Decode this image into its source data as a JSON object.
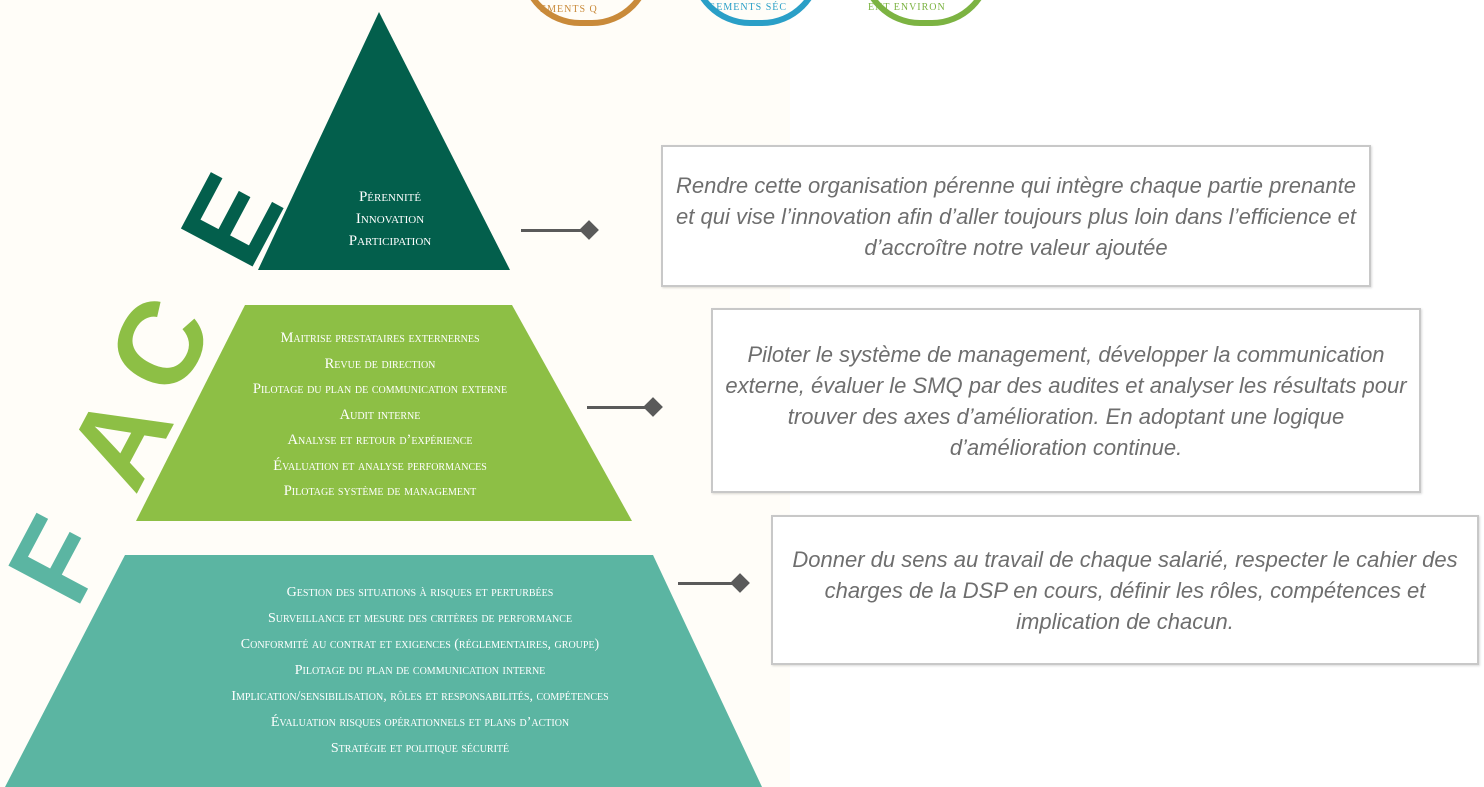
{
  "logos": [
    {
      "text": "EMENTS Q",
      "color": "#c98a3a"
    },
    {
      "text": "GEMENTS SÉC",
      "color": "#2a9fc7"
    },
    {
      "text": "ENT ENVIRON",
      "color": "#7cb342"
    }
  ],
  "pyramid": {
    "side_letters": [
      "E",
      "C",
      "A",
      "F"
    ],
    "tiers": [
      {
        "color": "#035f4c",
        "items": [
          "Pérennité",
          "Innovation",
          "Participation"
        ],
        "description": "Rendre cette organisation pérenne qui intègre chaque partie prenante et qui vise l’innovation afin d’aller toujours plus loin dans l’efficience et d’accroître notre valeur ajoutée"
      },
      {
        "color": "#8dbf45",
        "items": [
          "Maitrise prestataires externernes",
          "Revue de Direction",
          "Pilotage du plan de communication externe",
          "Audit interne",
          "Analyse et retour d’Expérience",
          "Évaluation et Analyse performances",
          "Pilotage système de management"
        ],
        "description": "Piloter le système de management, développer la communication externe, évaluer le SMQ par des audites et analyser les résultats pour trouver des axes d’amélioration. En adoptant une logique d’amélioration continue."
      },
      {
        "color": "#5bb5a2",
        "items": [
          "Gestion des situations à risques et perturbées",
          "Surveillance et mesure des critères de performance",
          "Conformité au contrat et exigences (réglementaires, Groupe)",
          "Pilotage du plan de communication interne",
          "Implication/sensibilisation, Rôles et Responsabilités, Compétences",
          "Évaluation Risques Opérationnels  et Plans d’action",
          "Stratégie et Politique Sécurité"
        ],
        "description": "Donner du sens au travail de chaque salarié, respecter le cahier des charges de la DSP en cours, définir les rôles, compétences et implication de chacun."
      }
    ]
  }
}
